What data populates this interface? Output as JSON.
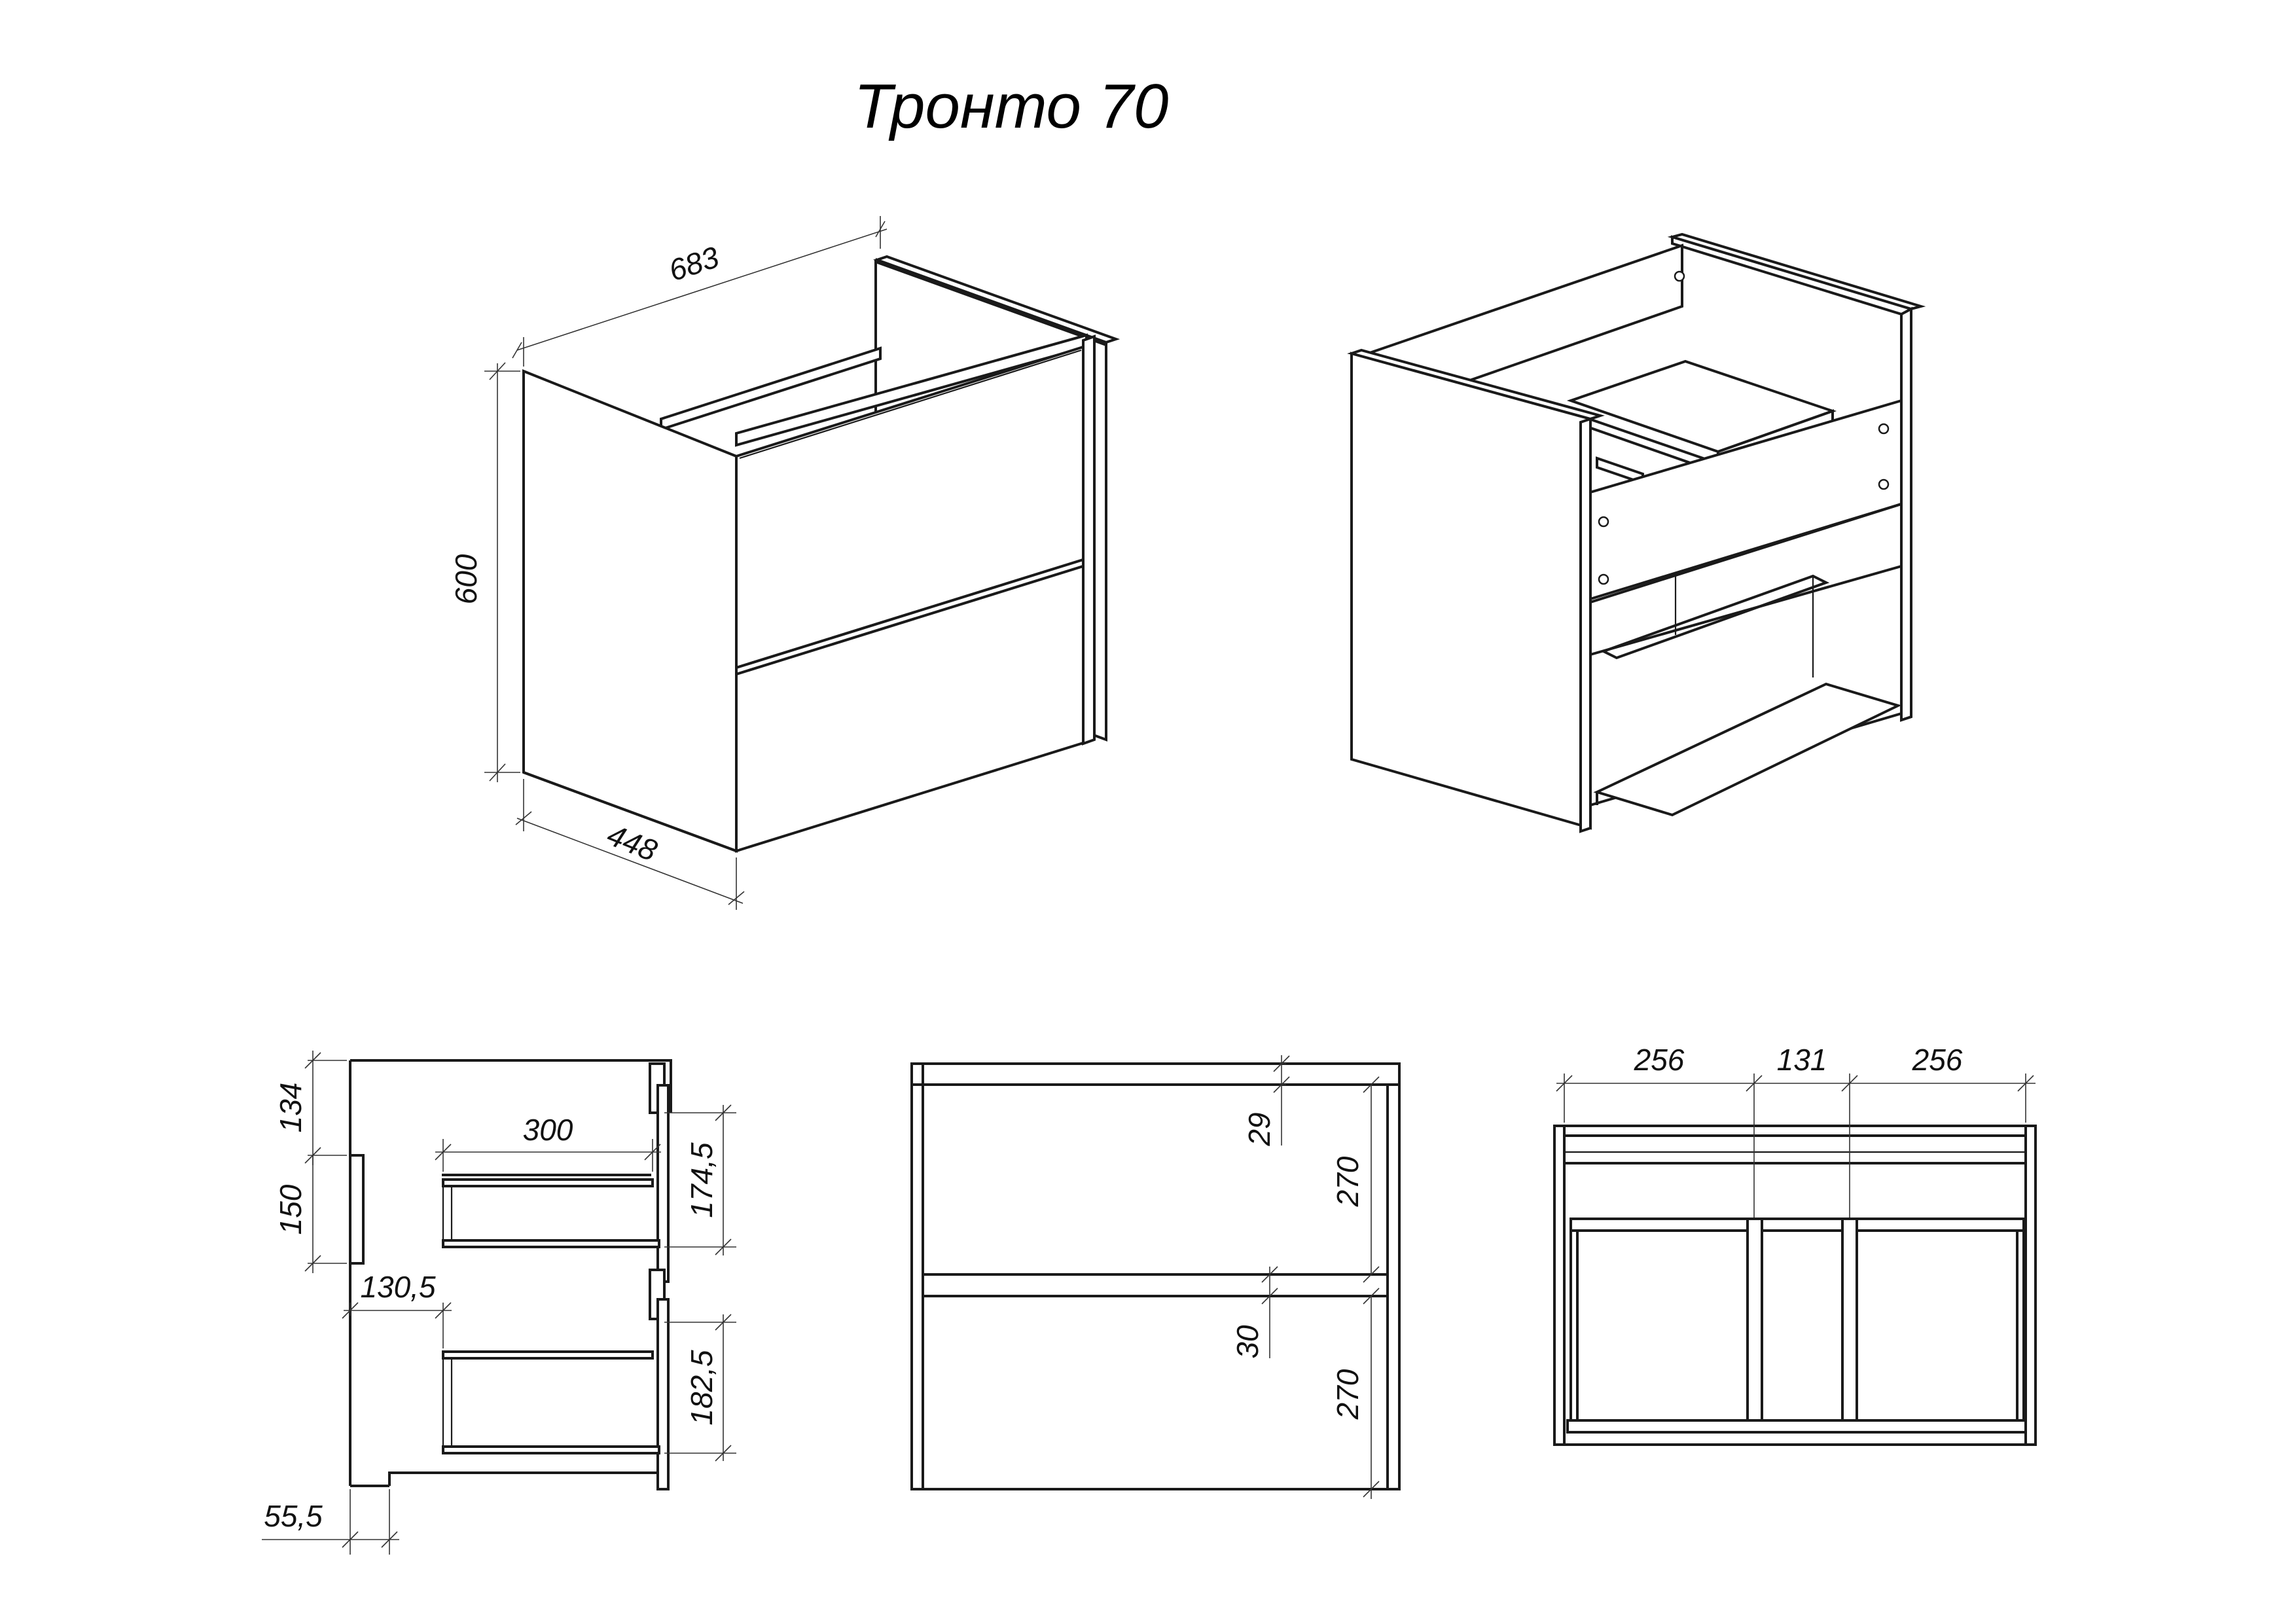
{
  "title": "Тронто 70",
  "dimensions": {
    "width": "683",
    "height": "600",
    "depth": "448",
    "top_gap": "134",
    "handle": "150",
    "drawer_depth": "300",
    "drawer1_height": "174,5",
    "drawer_offset": "130,5",
    "drawer2_height": "182,5",
    "base_offset": "55,5",
    "front_gap_top": "29",
    "front_top": "270",
    "front_gap_mid": "30",
    "front_bottom": "270",
    "back_left": "256",
    "back_mid": "131",
    "back_right": "256"
  },
  "colors": {
    "line": "#1a1a1a",
    "dimension": "#333333",
    "background": "#ffffff"
  }
}
